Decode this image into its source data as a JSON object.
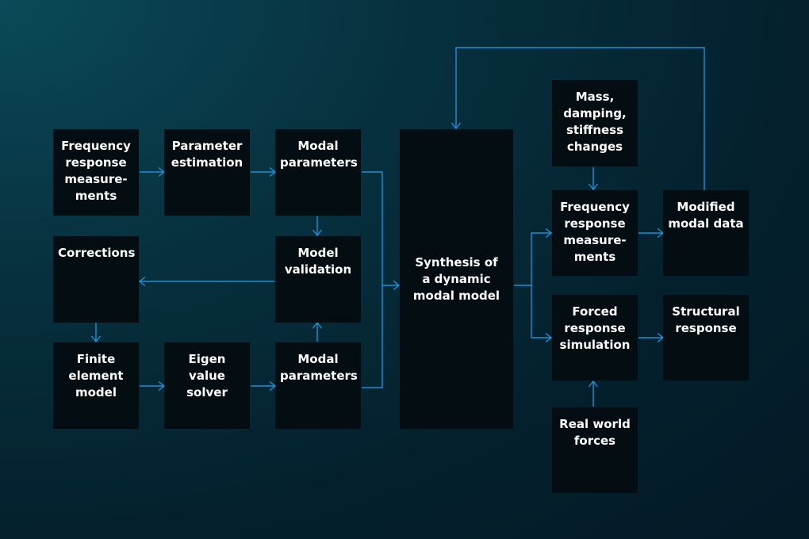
{
  "boxes": {
    "freq_meas_1": "Frequency\nresponse\nmeasure-\nments",
    "param_est": "Parameter\nestimation",
    "modal_params_1": "Modal\nparameters",
    "corrections": "Corrections",
    "model_validation": "Model\nvalidation",
    "finite_element": "Finite\nelement\nmodel",
    "eigen_solver": "Eigen value\nsolver",
    "modal_params_2": "Modal\nparameters",
    "synthesis": "Synthesis of\na dynamic\nmodal model",
    "mass_changes": "Mass,\ndamping,\nstiffness\nchanges",
    "freq_meas_2": "Frequency\nresponse\nmeasure-\nments",
    "modified_modal": "Modified\nmodal data",
    "forced_sim": "Forced\nresponse\nsimulation",
    "structural_resp": "Structural\nresponse",
    "real_forces": "Real world\nforces"
  },
  "colors": {
    "box_fill": "#030d12",
    "connector": "#1f8fd6",
    "text": "#ffffff"
  }
}
